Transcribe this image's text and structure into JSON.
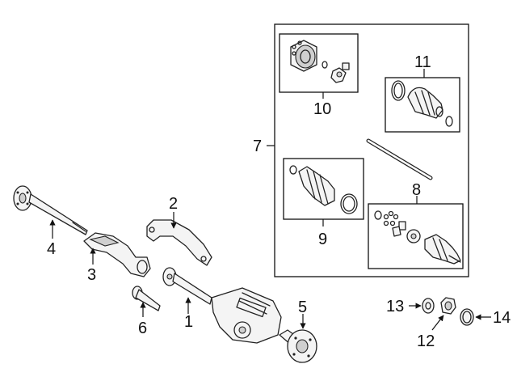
{
  "callouts": {
    "c1": "1",
    "c2": "2",
    "c3": "3",
    "c4": "4",
    "c5": "5",
    "c6": "6",
    "c7": "7",
    "c8": "8",
    "c9": "9",
    "c10": "10",
    "c11": "11",
    "c12": "12",
    "c13": "13",
    "c14": "14"
  },
  "colors": {
    "line": "#222222",
    "fill": "#f4f4f4",
    "shade": "#cfcfcf",
    "background": "#ffffff"
  }
}
